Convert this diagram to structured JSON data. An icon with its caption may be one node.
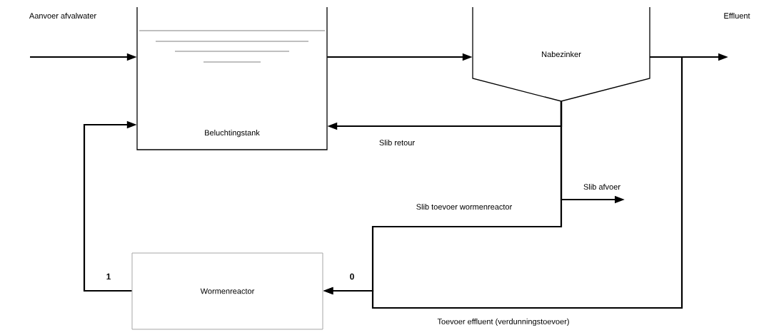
{
  "diagram": {
    "nodes": [
      {
        "text": [
          "Beluchtingstank"
        ]
      },
      {
        "text": [
          "Nabezinker"
        ]
      },
      {
        "text": [
          "Wormenreactor"
        ]
      }
    ],
    "edges": [
      {
        "from": null,
        "to": 0,
        "arrow": "to",
        "label": "Aanvoer afvalwater"
      },
      {
        "from": 0,
        "to": 1,
        "arrow": "to"
      },
      {
        "from": 1,
        "to": null,
        "arrow": "to",
        "label": "Effluent"
      },
      {
        "from": 1,
        "to": 0,
        "arrow": "to",
        "label": "Slib retour"
      },
      {
        "from": 1,
        "to": null,
        "arrow": "to",
        "label": "Slib afvoer"
      },
      {
        "from": 1,
        "to": 2,
        "arrow": "to",
        "label": "Slib toevoer wormenreactor"
      },
      {
        "from": 1,
        "to": 2,
        "arrow": "to",
        "label": "Toevoer effluent (verdunningstoevoer)"
      },
      {
        "from": 2,
        "to": 0,
        "arrow": "to"
      }
    ],
    "labels": [
      "1",
      "0"
    ]
  }
}
